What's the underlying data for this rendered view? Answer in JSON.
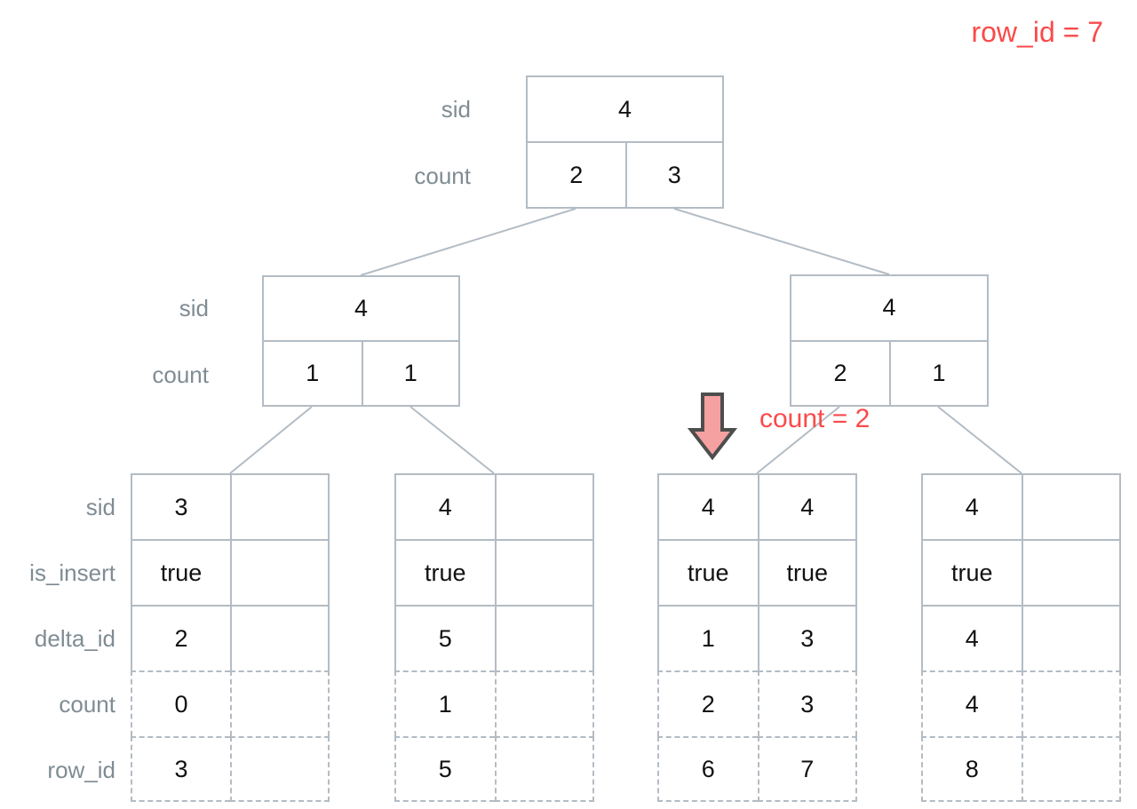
{
  "annotations": {
    "row_id": "row_id = 7",
    "count": "count = 2",
    "arrow_icon": "down-arrow-icon"
  },
  "colors": {
    "annotation_red": "#fb4a4a",
    "border_gray": "#b3bcc4",
    "label_gray": "#7f8c93",
    "arrow_fill": "#f5a1a1",
    "arrow_stroke": "#4d4d4d",
    "value_text": "#111111"
  },
  "node_labels": {
    "sid": "sid",
    "count": "count"
  },
  "leaf_row_labels": [
    "sid",
    "is_insert",
    "delta_id",
    "count",
    "row_id"
  ],
  "tree": {
    "root": {
      "sid": "4",
      "counts": [
        "2",
        "3"
      ]
    },
    "internal": [
      {
        "sid": "4",
        "counts": [
          "1",
          "1"
        ]
      },
      {
        "sid": "4",
        "counts": [
          "2",
          "1"
        ]
      }
    ],
    "leaves": [
      {
        "columns": [
          {
            "sid": "3",
            "is_insert": "true",
            "delta_id": "2",
            "count": "0",
            "row_id": "3"
          },
          {
            "sid": "",
            "is_insert": "",
            "delta_id": "",
            "count": "",
            "row_id": ""
          }
        ]
      },
      {
        "columns": [
          {
            "sid": "4",
            "is_insert": "true",
            "delta_id": "5",
            "count": "1",
            "row_id": "5"
          },
          {
            "sid": "",
            "is_insert": "",
            "delta_id": "",
            "count": "",
            "row_id": ""
          }
        ]
      },
      {
        "columns": [
          {
            "sid": "4",
            "is_insert": "true",
            "delta_id": "1",
            "count": "2",
            "row_id": "6"
          },
          {
            "sid": "4",
            "is_insert": "true",
            "delta_id": "3",
            "count": "3",
            "row_id": "7"
          }
        ]
      },
      {
        "columns": [
          {
            "sid": "4",
            "is_insert": "true",
            "delta_id": "4",
            "count": "4",
            "row_id": "8"
          },
          {
            "sid": "",
            "is_insert": "",
            "delta_id": "",
            "count": "",
            "row_id": ""
          }
        ]
      }
    ]
  }
}
